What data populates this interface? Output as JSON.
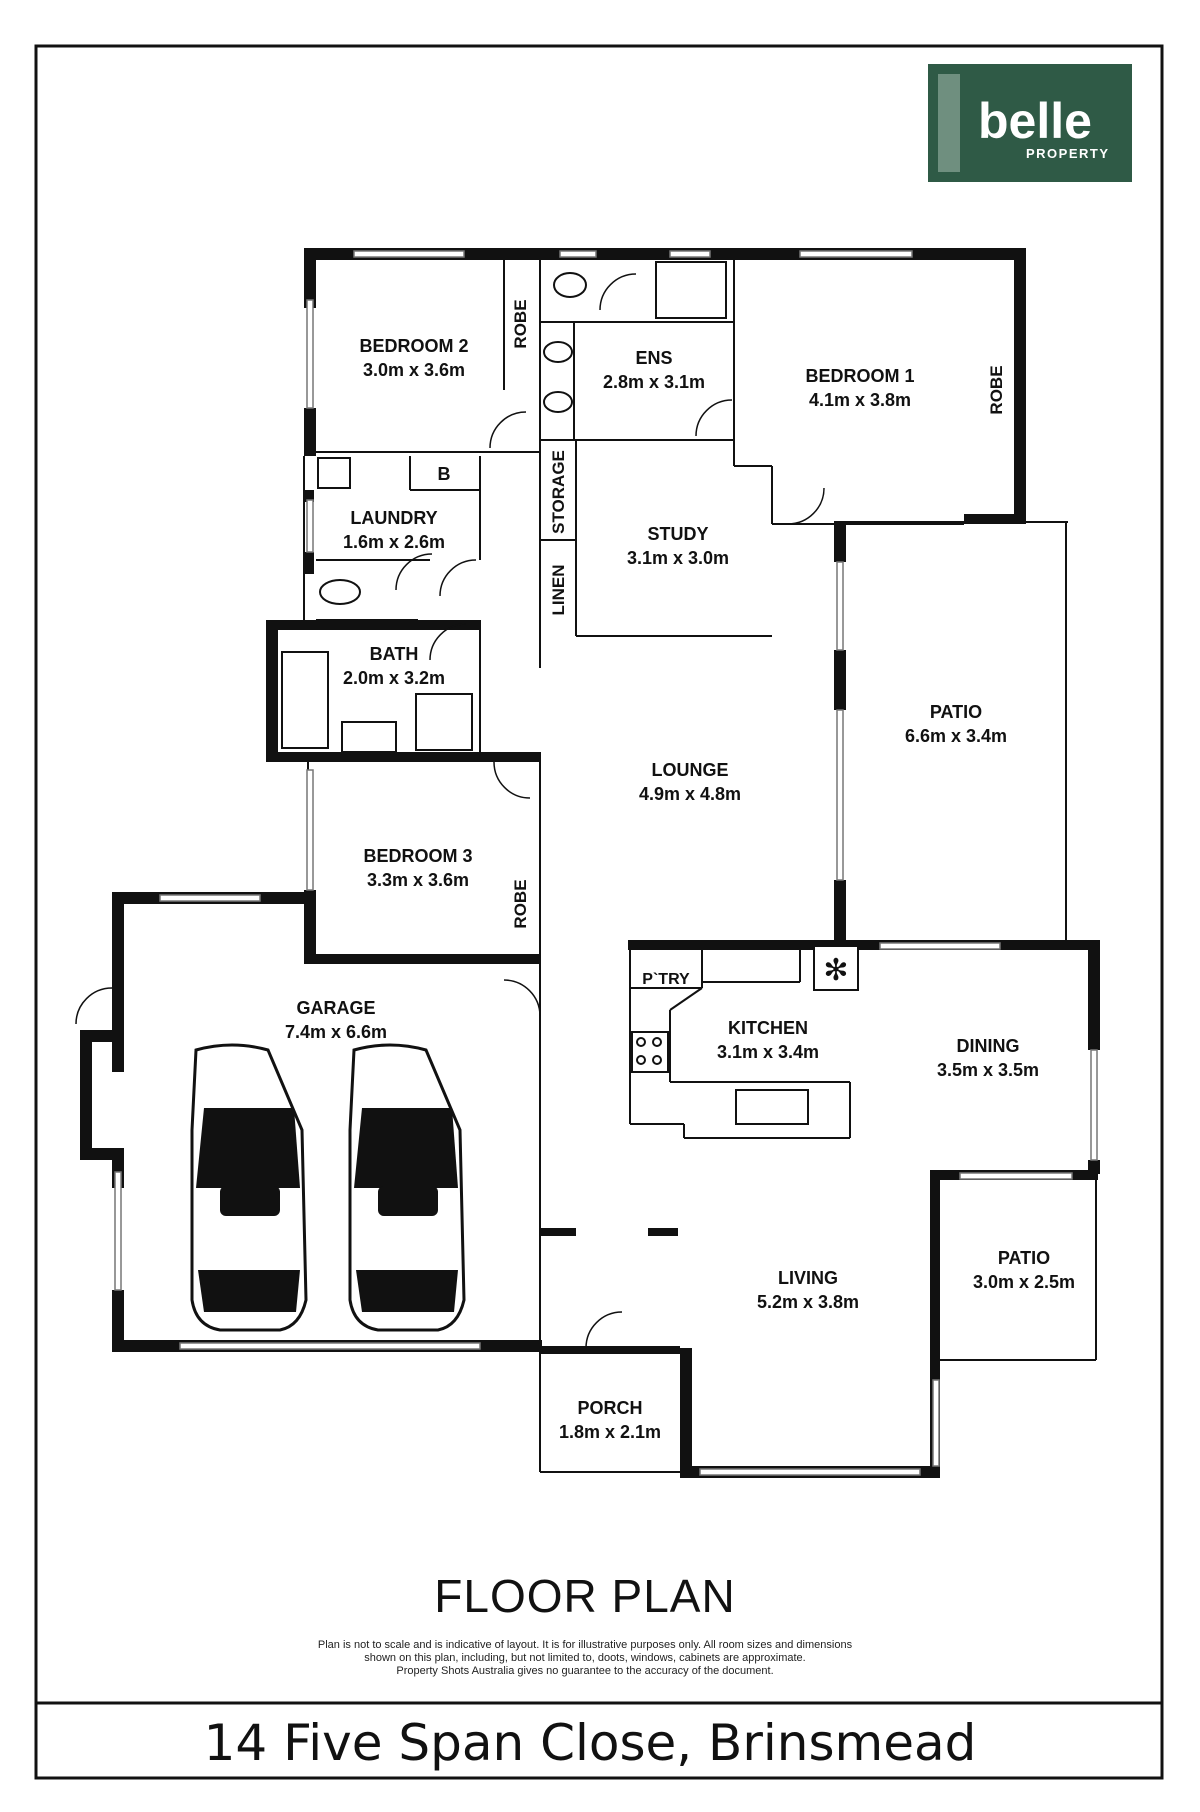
{
  "brand": {
    "name": "belle",
    "sub": "PROPERTY",
    "color": "#2f5a46"
  },
  "rooms": {
    "bedroom2": {
      "name": "BEDROOM 2",
      "dim": "3.0m x 3.6m"
    },
    "robe_b2": {
      "name": "ROBE"
    },
    "ens": {
      "name": "ENS",
      "dim": "2.8m x 3.1m"
    },
    "bedroom1": {
      "name": "BEDROOM 1",
      "dim": "4.1m x 3.8m"
    },
    "robe_b1": {
      "name": "ROBE"
    },
    "b": {
      "name": "B"
    },
    "laundry": {
      "name": "LAUNDRY",
      "dim": "1.6m x 2.6m"
    },
    "storage": {
      "name": "STORAGE"
    },
    "study": {
      "name": "STUDY",
      "dim": "3.1m x 3.0m"
    },
    "linen": {
      "name": "LINEN"
    },
    "bath": {
      "name": "BATH",
      "dim": "2.0m x 3.2m"
    },
    "patio1": {
      "name": "PATIO",
      "dim": "6.6m x 3.4m"
    },
    "lounge": {
      "name": "LOUNGE",
      "dim": "4.9m x 4.8m"
    },
    "bedroom3": {
      "name": "BEDROOM 3",
      "dim": "3.3m x 3.6m"
    },
    "robe_b3": {
      "name": "ROBE"
    },
    "garage": {
      "name": "GARAGE",
      "dim": "7.4m x 6.6m"
    },
    "pantry": {
      "name": "P`TRY"
    },
    "kitchen": {
      "name": "KITCHEN",
      "dim": "3.1m x 3.4m"
    },
    "dining": {
      "name": "DINING",
      "dim": "3.5m x 3.5m"
    },
    "patio2": {
      "name": "PATIO",
      "dim": "3.0m x 2.5m"
    },
    "living": {
      "name": "LIVING",
      "dim": "5.2m x 3.8m"
    },
    "porch": {
      "name": "PORCH",
      "dim": "1.8m x 2.1m"
    }
  },
  "footer": {
    "title": "FLOOR PLAN",
    "disclaimer_line1": "Plan is not to scale and is indicative of layout. It is for illustrative purposes only. All room sizes and dimensions",
    "disclaimer_line2": "shown on this plan, including, but not limited to, doots, windows, cabinets are approximate.",
    "disclaimer_line3": "Property Shots Australia gives no guarantee to the accuracy of the document.",
    "address": "14 Five Span Close, Brinsmead"
  }
}
